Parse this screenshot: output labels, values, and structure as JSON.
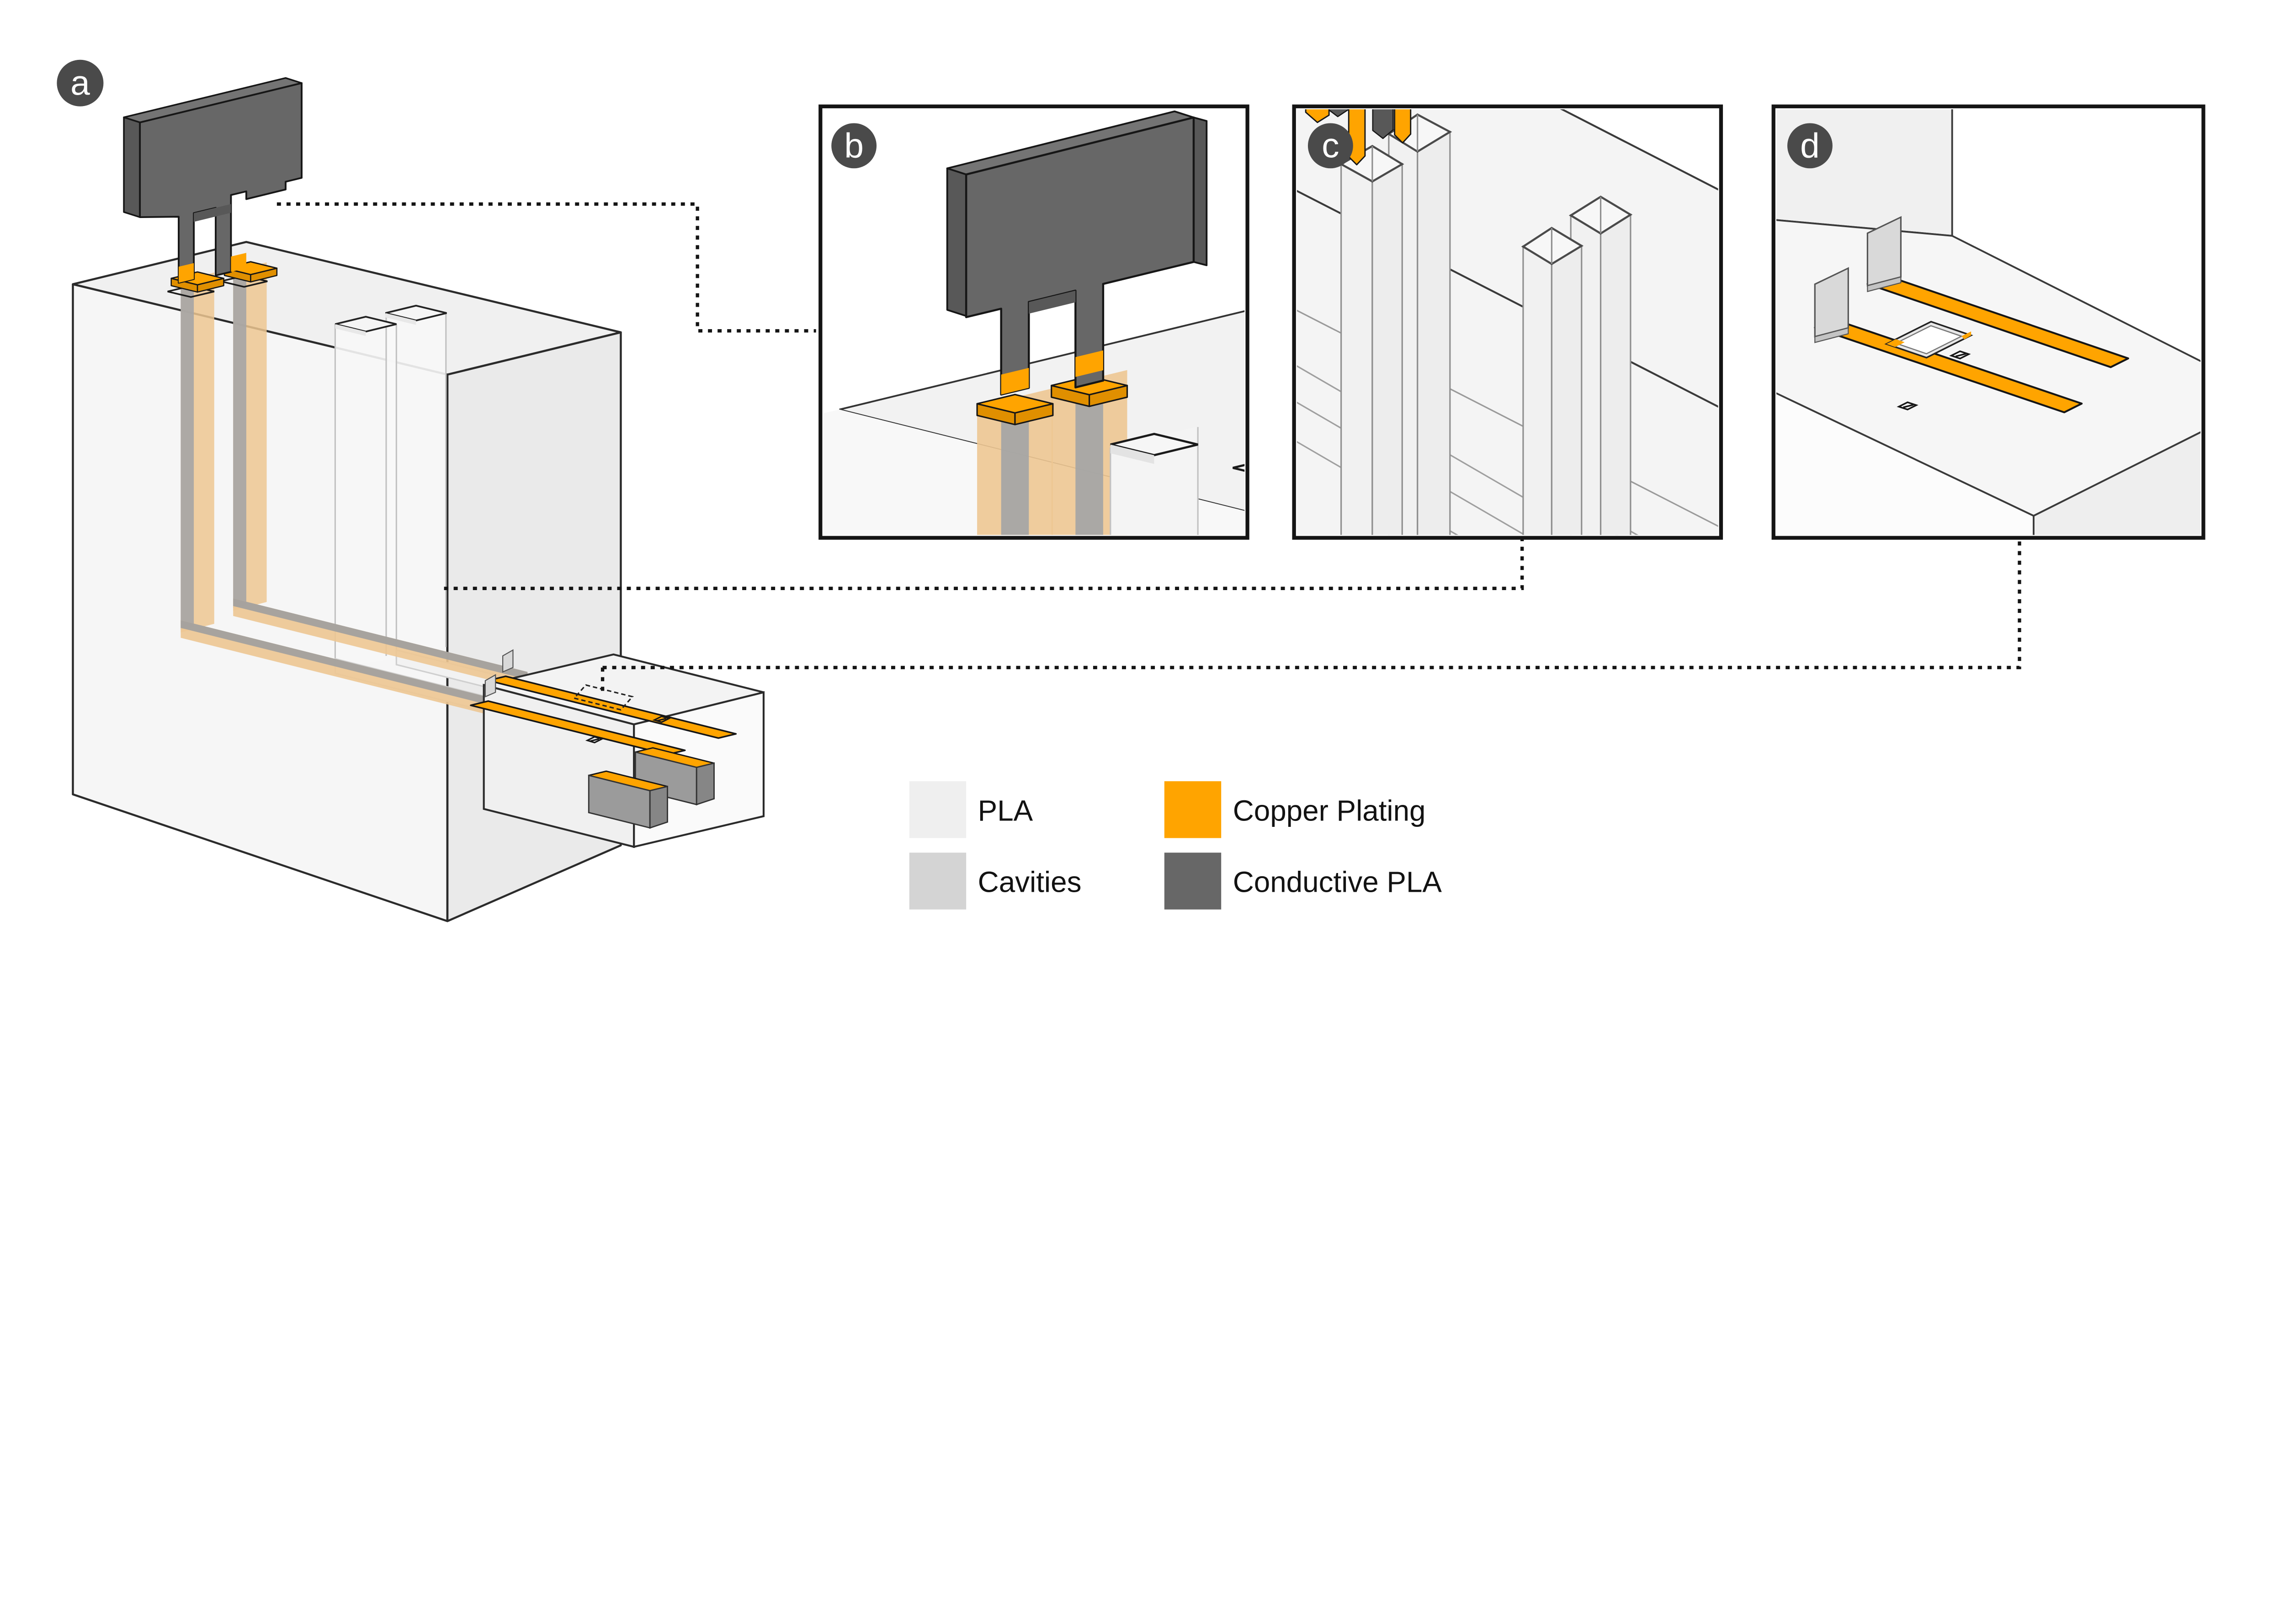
{
  "figure": {
    "type": "multi-panel technical illustration",
    "description": "3D printed block with conductive PLA plug, copper plated cavities and traces"
  },
  "colors": {
    "copper": "#FFA400",
    "copper_dark": "#E08F00",
    "conductive": "#676767",
    "pla": "#EFEFEF",
    "cavities": "#D4D4D4",
    "badge": "#4a4a4a",
    "outline": "#2b2b2b"
  },
  "panels": [
    {
      "id": "a",
      "label": "a"
    },
    {
      "id": "b",
      "label": "b"
    },
    {
      "id": "c",
      "label": "c"
    },
    {
      "id": "d",
      "label": "d"
    }
  ],
  "legend": {
    "items": [
      {
        "label": "PLA",
        "color": "#EFEFEF"
      },
      {
        "label": "Cavities",
        "color": "#D4D4D4"
      },
      {
        "label": "Copper Plating",
        "color": "#FFA400"
      },
      {
        "label": "Conductive PLA",
        "color": "#676767"
      }
    ]
  }
}
